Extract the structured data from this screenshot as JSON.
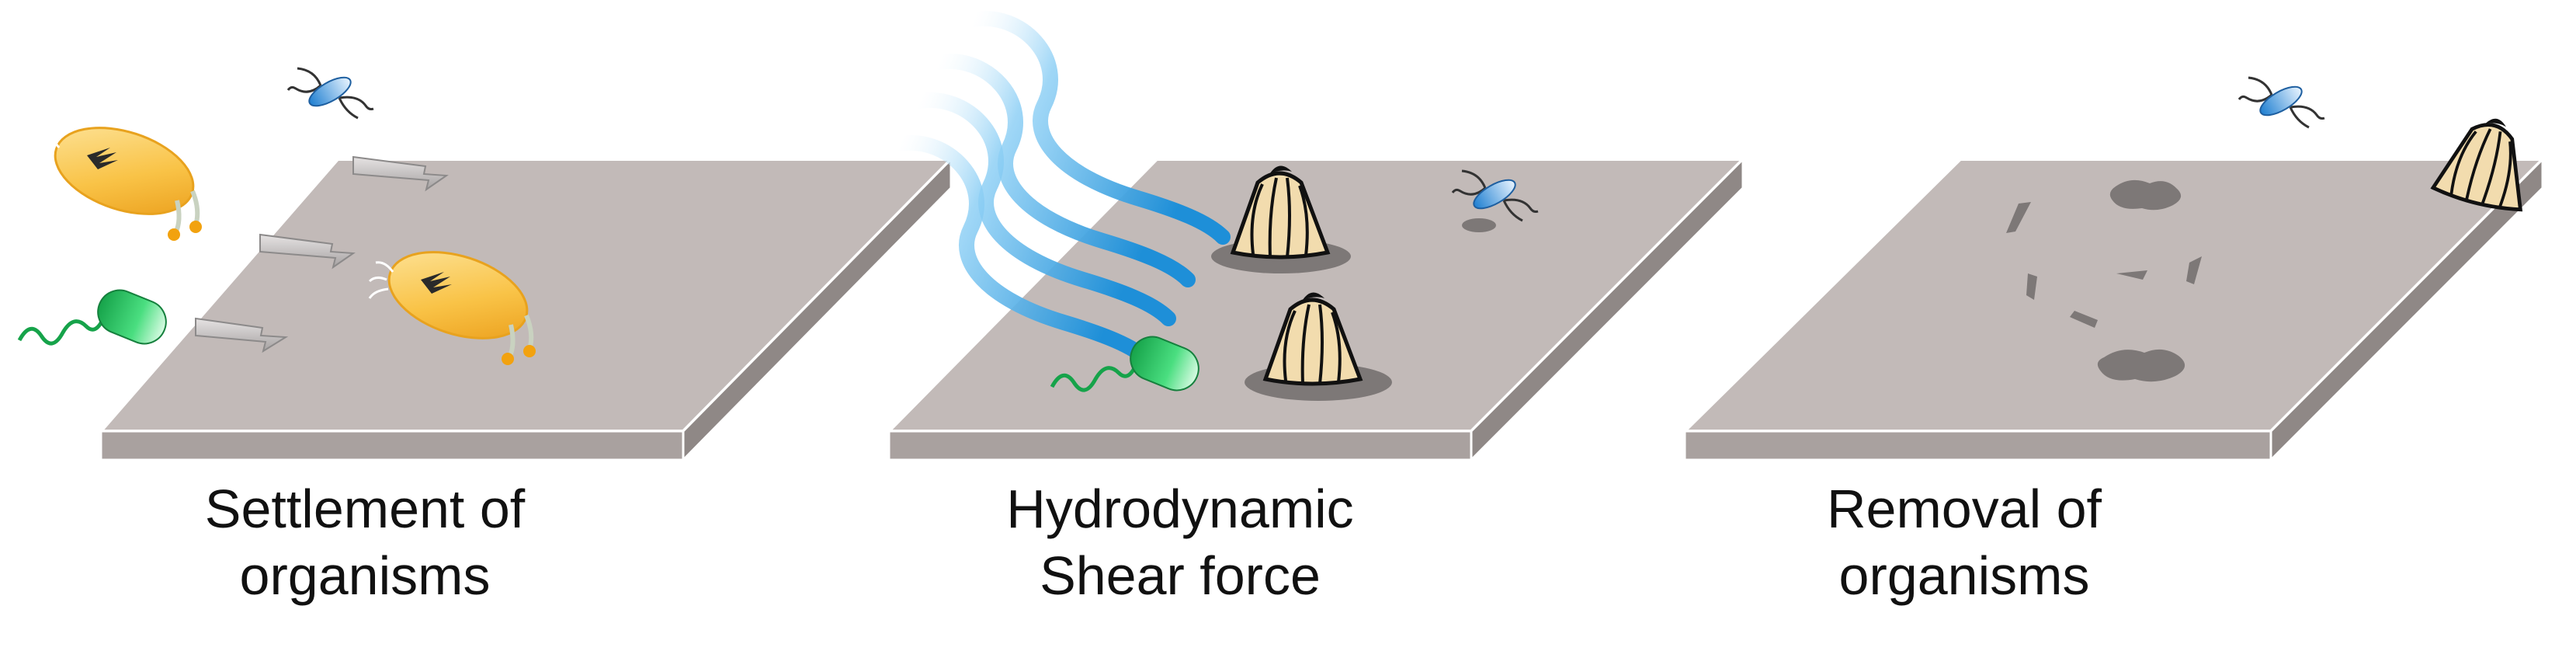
{
  "panels": [
    {
      "caption": [
        "Settlement of",
        "organisms"
      ]
    },
    {
      "caption": [
        "Hydrodynamic",
        "Shear force"
      ]
    },
    {
      "caption": [
        "Removal of",
        "organisms"
      ]
    }
  ],
  "colors": {
    "plate_top": "#c2bab8",
    "plate_front": "#a9a19f",
    "plate_side": "#8f8886",
    "water_flow": "#2a8fd6",
    "larva": "#f7b630",
    "bacterium": "#22c55e",
    "barnacle": "#f2dcae",
    "residue": "#7d7877"
  }
}
